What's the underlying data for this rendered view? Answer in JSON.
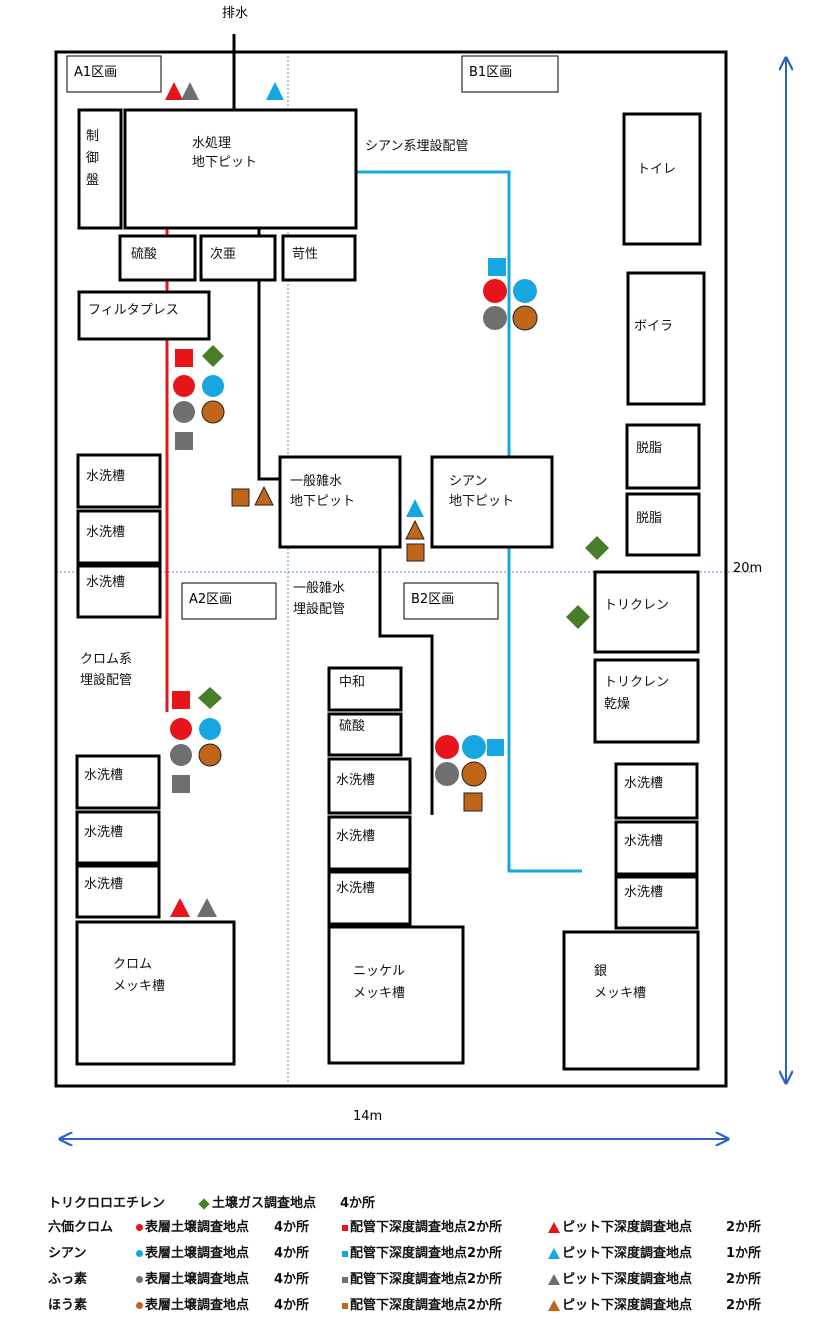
{
  "colors": {
    "red": "#e8141b",
    "cyan": "#16a7e3",
    "gray": "#6f6f6f",
    "orange": "#c0661b",
    "green": "#4a7d2a",
    "blue_arrow": "#2f62c4"
  },
  "drain_label": "排水",
  "areas": [
    "A1区画",
    "B1区画",
    "A2区画",
    "B2区画"
  ],
  "rooms": {
    "seigyoban": "制\n御\n盤",
    "water_treatment": "水処理\n地下ピット",
    "sulfuric1": "硫酸",
    "hypochlorite": "次亜",
    "caustic": "苛性",
    "filter_press": "フィルタプレス",
    "toilet": "トイレ",
    "boiler": "ボイラ",
    "degrease1": "脱脂",
    "degrease2": "脱脂",
    "wash_a1": "水洗槽",
    "wash_a2": "水洗槽",
    "wash_a3": "水洗槽",
    "general_pit": "一般雑水\n地下ピット",
    "cyan_pit": "シアン\n地下ピット",
    "trichlene": "トリクレン",
    "trichlene_dry": "トリクレン\n乾燥",
    "neutral": "中和",
    "sulfuric2": "硫酸",
    "wash_b1": "水洗槽",
    "wash_b2": "水洗槽",
    "wash_b3": "水洗槽",
    "wash_c1": "水洗槽",
    "wash_c2": "水洗槽",
    "wash_c3": "水洗槽",
    "wash_d1": "水洗槽",
    "wash_d2": "水洗槽",
    "wash_d3": "水洗槽",
    "chrome_tank": "クロム\nメッキ槽",
    "nickel_tank": "ニッケル\nメッキ槽",
    "silver_tank": "銀\nメッキ槽"
  },
  "pipe_labels": {
    "cyan": "シアン系埋設配管",
    "general": "一般雑水\n埋設配管",
    "chrome": "クロム系\n埋設配管"
  },
  "dimensions": {
    "height": "20m",
    "width": "14m"
  },
  "legend": {
    "gas": {
      "chem": "トリクロロエチレン",
      "label": "土壌ガス調査地点",
      "count": "4か所"
    },
    "rows": [
      {
        "chem": "六価クロム",
        "color_key": "red",
        "surface": "表層土壌調査地点",
        "surface_count": "4か所",
        "pipe": "配管下深度調査地点2か所",
        "pit": "ピット下深度調査地点",
        "pit_count": "2か所"
      },
      {
        "chem": "シアン",
        "color_key": "cyan",
        "surface": "表層土壌調査地点",
        "surface_count": "4か所",
        "pipe": "配管下深度調査地点2か所",
        "pit": "ピット下深度調査地点",
        "pit_count": "1か所"
      },
      {
        "chem": "ふっ素",
        "color_key": "gray",
        "surface": "表層土壌調査地点",
        "surface_count": "4か所",
        "pipe": "配管下深度調査地点2か所",
        "pit": "ピット下深度調査地点",
        "pit_count": "2か所"
      },
      {
        "chem": "ほう素",
        "color_key": "orange",
        "surface": "表層土壌調査地点",
        "surface_count": "4か所",
        "pipe": "配管下深度調査地点2か所",
        "pit": "ピット下深度調査地点",
        "pit_count": "2か所"
      }
    ]
  }
}
